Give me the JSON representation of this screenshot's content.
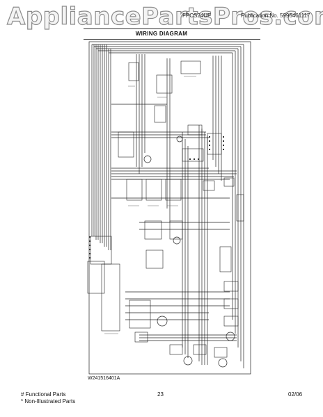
{
  "watermark": "AppliancePartsPros.com",
  "header": {
    "model": "FPCS24UF",
    "publication": "Publication No. 5995461117"
  },
  "title": "WIRING DIAGRAM",
  "diagram": {
    "doc_code": "W241516401A"
  },
  "footer": {
    "functional_parts": "# Functional Parts",
    "non_illustrated_parts": "* Non-Illustrated Parts",
    "page_number": "23",
    "date": "02/06"
  },
  "colors": {
    "line": "#222222",
    "watermark_fill": "#f4f4f4",
    "watermark_stroke": "#8c8c8c"
  }
}
